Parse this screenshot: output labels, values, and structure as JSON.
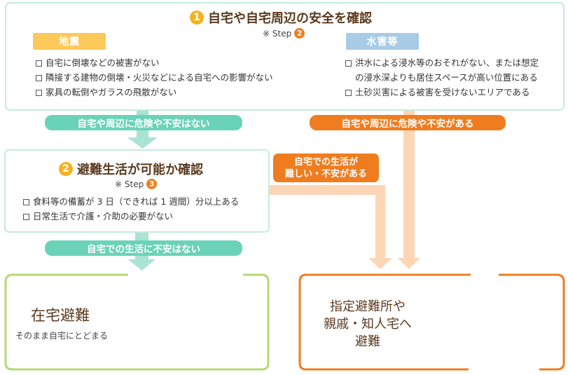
{
  "step1": {
    "number": "1",
    "title": "自宅や自宅周辺の安全を確認",
    "note_prefix": "※ Step",
    "note_number": "2",
    "earthquake": {
      "label": "地震",
      "items": [
        "自宅に倒壊などの被害がない",
        "隣接する建物の倒壊・火災などによる自宅への影響がない",
        "家具の転倒やガラスの飛散がない"
      ]
    },
    "flood": {
      "label": "水害等",
      "items": [
        "洪水による浸水等のおそれがない、または想定",
        "の浸水深よりも居住スペースが高い位置にある",
        "土砂災害による被害を受けないエリアである"
      ]
    }
  },
  "connectors": {
    "safe_label": "自宅や周辺に危険や不安はない",
    "danger_label": "自宅や周辺に危険や不安がある",
    "hard_line1": "自宅での生活が",
    "hard_line2": "難しい・不安がある",
    "ok_label": "自宅での生活に不安はない"
  },
  "step2": {
    "number": "2",
    "title": "避難生活が可能か確認",
    "note_prefix": "※ Step",
    "note_number": "3",
    "items": [
      "食料等の備蓄が 3 日（できれば 1 週間）分以上ある",
      "日常生活で介護・介助の必要がない"
    ]
  },
  "result_home": {
    "title": "在宅避難",
    "subtitle": "そのまま自宅にとどまる"
  },
  "result_shelter": {
    "line1": "指定避難所や",
    "line2": "親戚・知人宅へ",
    "line3": "避難"
  },
  "colors": {
    "teal_border": "#c5ebe0",
    "teal_arrow": "#a9e3d2",
    "teal_pill": "#6ad3b7",
    "peach_arrow": "#fcd6b5",
    "orange": "#ef7d1f",
    "yellow_tag": "#fdc95a",
    "blue_tag": "#a8cbe6",
    "green_border": "#b4d973",
    "number_badge": "#f5b224",
    "title_text": "#5a3a1e"
  }
}
